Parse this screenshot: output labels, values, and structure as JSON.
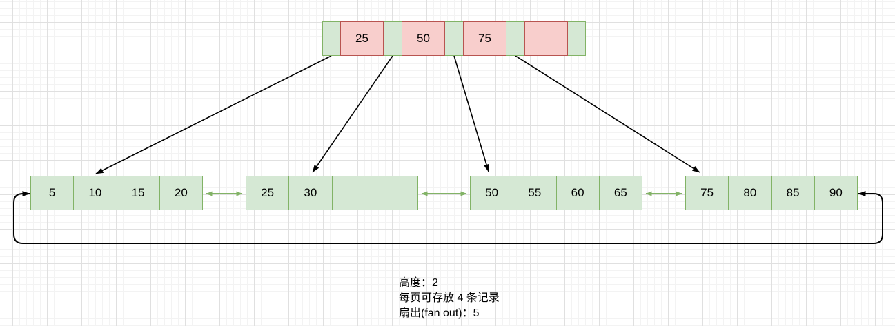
{
  "diagram": {
    "root_node": {
      "keys": [
        "25",
        "50",
        "75",
        ""
      ]
    },
    "leaf_nodes": [
      {
        "values": [
          "5",
          "10",
          "15",
          "20"
        ]
      },
      {
        "values": [
          "25",
          "30",
          "",
          ""
        ]
      },
      {
        "values": [
          "50",
          "55",
          "60",
          "65"
        ]
      },
      {
        "values": [
          "75",
          "80",
          "85",
          "90"
        ]
      }
    ],
    "caption": {
      "lines": [
        "高度：2",
        "每页可存放 4 条记录",
        "扇出(fan out)：5"
      ]
    },
    "colors": {
      "green_fill": "#d5e8d4",
      "green_stroke": "#82b366",
      "red_fill": "#f8cecc",
      "red_stroke": "#b85450",
      "black_arrow": "#000000",
      "grid_minor": "#f3f3f3",
      "grid_major": "#e0e0e0",
      "background": "#ffffff",
      "text": "#000000"
    }
  }
}
